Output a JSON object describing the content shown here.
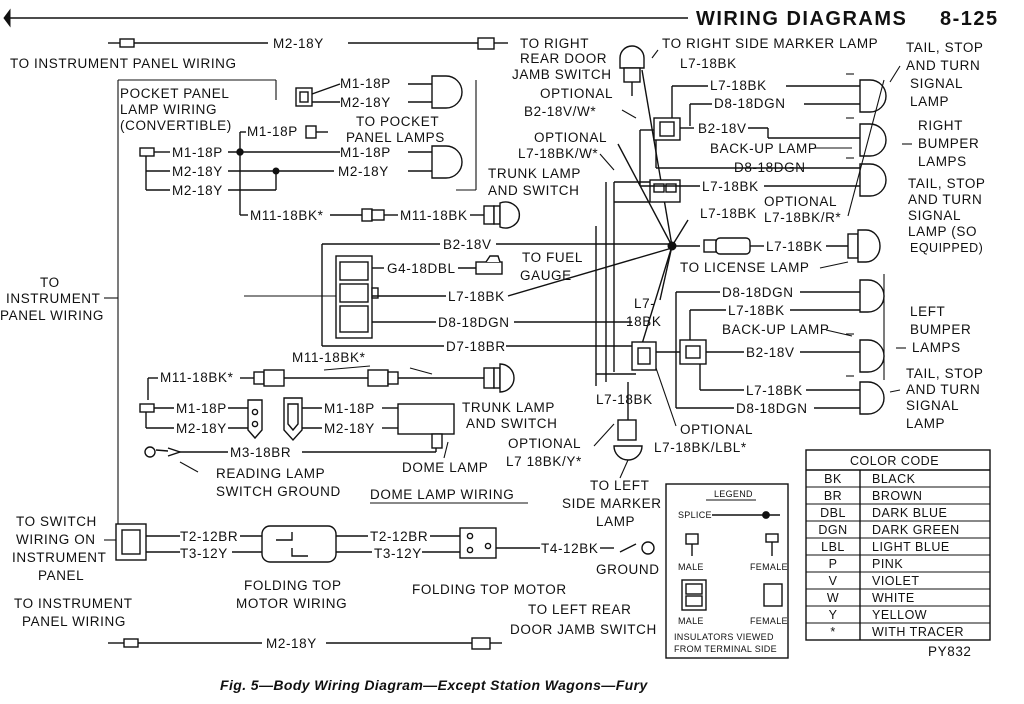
{
  "header": {
    "section": "WIRING DIAGRAMS",
    "page": "8-125"
  },
  "caption": "Fig. 5—Body Wiring Diagram—Except Station Wagons—Fury",
  "figure_code": "PY832",
  "labels": {
    "to_instrument_panel_top": "TO INSTRUMENT PANEL WIRING",
    "to_right_rear_door_1": "TO RIGHT",
    "to_right_rear_door_2": "REAR DOOR",
    "to_right_rear_door_3": "JAMB SWITCH",
    "to_right_side_marker": "TO RIGHT SIDE MARKER LAMP",
    "pocket_panel_1": "POCKET PANEL",
    "pocket_panel_2": "LAMP WIRING",
    "pocket_panel_3": "(CONVERTIBLE)",
    "to_pocket_1": "TO POCKET",
    "to_pocket_2": "PANEL LAMPS",
    "optional_1": "OPTIONAL",
    "optional_1_wire": "B2-18V/W*",
    "optional_2": "OPTIONAL",
    "optional_2_wire": "L7-18BK/W*",
    "trunk_lamp_switch_1": "TRUNK LAMP",
    "trunk_lamp_switch_2": "AND SWITCH",
    "to_fuel_gauge_1": "TO FUEL",
    "to_fuel_gauge_2": "GAUGE",
    "to_license_lamp": "TO LICENSE LAMP",
    "to_instrument_left_1": "TO",
    "to_instrument_left_2": "INSTRUMENT",
    "to_instrument_left_3": "PANEL WIRING",
    "trunk_lamp_switch_b1": "TRUNK LAMP",
    "trunk_lamp_switch_b2": "AND SWITCH",
    "optional_3": "OPTIONAL",
    "optional_3_wire": "L7 18BK/Y*",
    "optional_4": "OPTIONAL",
    "optional_4_wire": "L7-18BK/LBL*",
    "reading_lamp_1": "READING LAMP",
    "reading_lamp_2": "SWITCH GROUND",
    "dome_lamp": "DOME LAMP",
    "dome_lamp_wiring": "DOME LAMP WIRING",
    "to_left_side_marker_1": "TO LEFT",
    "to_left_side_marker_2": "SIDE MARKER",
    "to_left_side_marker_3": "LAMP",
    "tail_stop_turn_r_1": "TAIL, STOP",
    "tail_stop_turn_r_2": "AND TURN",
    "tail_stop_turn_r_3": "SIGNAL",
    "tail_stop_turn_r_4": "LAMP",
    "right_bumper_1": "RIGHT",
    "right_bumper_2": "BUMPER",
    "right_bumper_3": "LAMPS",
    "tail_stop_turn_so_1": "TAIL, STOP",
    "tail_stop_turn_so_2": "AND TURN",
    "tail_stop_turn_so_3": "SIGNAL",
    "tail_stop_turn_so_4": "LAMP (SO",
    "tail_stop_turn_so_5": "EQUIPPED)",
    "left_bumper_1": "LEFT",
    "left_bumper_2": "BUMPER",
    "left_bumper_3": "LAMPS",
    "tail_stop_turn_l_1": "TAIL, STOP",
    "tail_stop_turn_l_2": "AND TURN",
    "tail_stop_turn_l_3": "SIGNAL",
    "tail_stop_turn_l_4": "LAMP",
    "back_up_lamp_r": "BACK-UP LAMP",
    "back_up_lamp_l": "BACK-UP LAMP",
    "optional_5": "OPTIONAL",
    "optional_5_wire": "L7-18BK/R*",
    "to_switch_wiring_1": "TO SWITCH",
    "to_switch_wiring_2": "WIRING ON",
    "to_switch_wiring_3": "INSTRUMENT",
    "to_switch_wiring_4": "PANEL",
    "folding_top_wiring_1": "FOLDING TOP",
    "folding_top_wiring_2": "MOTOR WIRING",
    "folding_top_motor": "FOLDING TOP MOTOR",
    "ground": "GROUND",
    "to_instrument_bottom_1": "TO INSTRUMENT",
    "to_instrument_bottom_2": "PANEL WIRING",
    "to_left_rear_door_1": "TO LEFT REAR",
    "to_left_rear_door_2": "DOOR JAMB SWITCH"
  },
  "wires": {
    "m2_18y": "M2-18Y",
    "m1_18p": "M1-18P",
    "m11_18bk_star": "M11-18BK*",
    "m11_18bk": "M11-18BK",
    "b2_18v": "B2-18V",
    "g4_18dbl": "G4-18DBL",
    "l7_18bk": "L7-18BK",
    "d8_18dgn": "D8-18DGN",
    "d7_18br": "D7-18BR",
    "m3_18br": "M3-18BR",
    "t2_12br": "T2-12BR",
    "t3_12y": "T3-12Y",
    "t4_12bk": "T4-12BK",
    "l7_top": "L7-",
    "l7_bottom": "18BK"
  },
  "legend": {
    "title": "LEGEND",
    "splice": "SPLICE",
    "male": "MALE",
    "female": "FEMALE",
    "note_1": "INSULATORS VIEWED",
    "note_2": "FROM TERMINAL SIDE"
  },
  "color_code": {
    "title": "COLOR CODE",
    "rows": [
      {
        "code": "BK",
        "color": "BLACK"
      },
      {
        "code": "BR",
        "color": "BROWN"
      },
      {
        "code": "DBL",
        "color": "DARK BLUE"
      },
      {
        "code": "DGN",
        "color": "DARK GREEN"
      },
      {
        "code": "LBL",
        "color": "LIGHT BLUE"
      },
      {
        "code": "P",
        "color": "PINK"
      },
      {
        "code": "V",
        "color": "VIOLET"
      },
      {
        "code": "W",
        "color": "WHITE"
      },
      {
        "code": "Y",
        "color": "YELLOW"
      },
      {
        "code": "*",
        "color": "WITH TRACER"
      }
    ]
  }
}
